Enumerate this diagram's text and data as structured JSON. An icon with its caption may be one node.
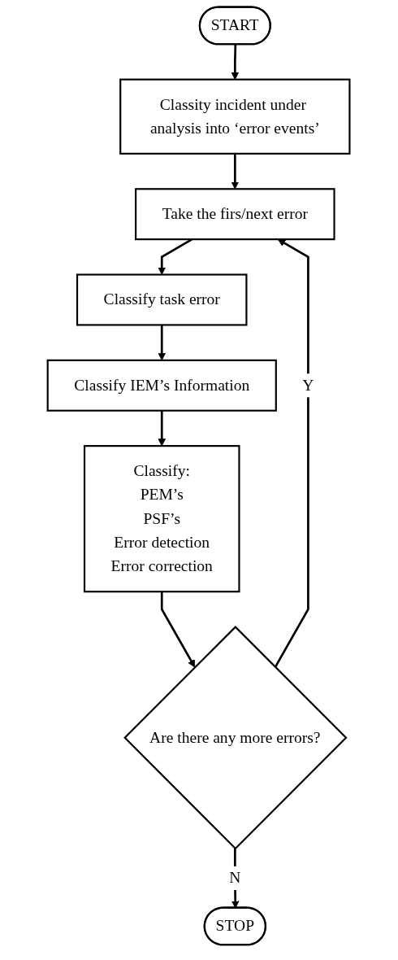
{
  "diagram": {
    "nodes": [
      {
        "text": [
          "START"
        ]
      },
      {
        "text": [
          "Classity incident under analysis into ‘error events’"
        ]
      },
      {
        "text": [
          "Take the firs/next error"
        ]
      },
      {
        "text": [
          "Classify task error"
        ]
      },
      {
        "text": [
          "Classify IEM’s Information"
        ]
      },
      {
        "text": [
          "Classify:",
          "PEM’s",
          "PSF’s",
          "Error detection",
          "Error correction"
        ]
      },
      {
        "text": [
          "Are there any more errors?"
        ]
      },
      {
        "text": [
          "STOP"
        ]
      }
    ],
    "edges": [
      {
        "from": 0,
        "to": 1,
        "arrow": "to"
      },
      {
        "from": 1,
        "to": 2,
        "arrow": "to"
      },
      {
        "from": 2,
        "to": 3,
        "arrow": "to"
      },
      {
        "from": 3,
        "to": 4,
        "arrow": "to"
      },
      {
        "from": 4,
        "to": 5,
        "arrow": "to"
      },
      {
        "from": 5,
        "to": 6,
        "arrow": "to"
      },
      {
        "from": 6,
        "to": 2,
        "label": "Y",
        "arrow": "to"
      },
      {
        "from": 6,
        "to": 7,
        "label": "N",
        "arrow": "to"
      }
    ]
  }
}
